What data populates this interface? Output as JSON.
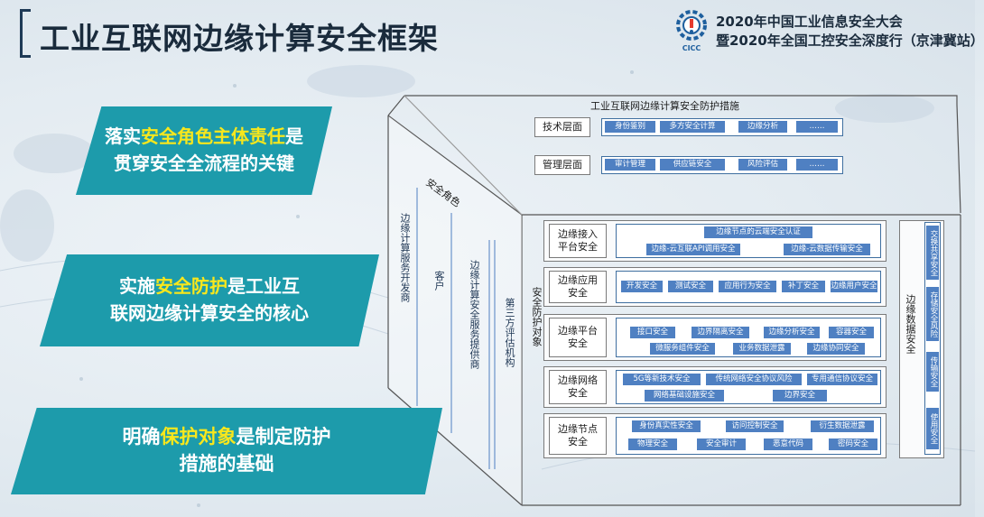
{
  "header": {
    "title": "工业互联网边缘计算安全框架",
    "logo_text": "CICC",
    "conference_line1": "2020年中国工业信息安全大会",
    "conference_line2": "暨2020年全国工控安全深度行（京津冀站）"
  },
  "statements": [
    {
      "line1_pre": "落实",
      "line1_hl": "安全角色主体责任",
      "line1_post": "是",
      "line2": "贯穿安全全流程的关键"
    },
    {
      "line1_pre": "实施",
      "line1_hl": "安全防护",
      "line1_post": "是工业互",
      "line2": "联网边缘计算安全的核心"
    },
    {
      "line1_pre": "明确",
      "line1_hl": "保护对象",
      "line1_post": "是制定防护",
      "line2": "措施的基础"
    }
  ],
  "diagram": {
    "top_title": "工业互联网边缘计算安全防护措施",
    "measures": [
      {
        "label": "技术层面",
        "chips": [
          "身份鉴别",
          "多方安全计算",
          "边缘分析",
          "……"
        ]
      },
      {
        "label": "管理层面",
        "chips": [
          "审计管理",
          "供应链安全",
          "风险评估",
          "……"
        ]
      }
    ],
    "roles_title": "安全角色",
    "roles": [
      "边缘计算服务开发商",
      "客户",
      "边缘计算安全服务提供商",
      "第三方评估机构"
    ],
    "objects_title": "安全防护对象",
    "objects": [
      {
        "label_l1": "边缘接入",
        "label_l2": "平台安全",
        "chip_rows": [
          [
            "边缘节点的云端安全认证"
          ],
          [
            "边缘-云互联API调用安全",
            "边缘-云数据传输安全"
          ]
        ]
      },
      {
        "label_l1": "边缘应用",
        "label_l2": "安全",
        "chip_rows": [
          [
            "开发安全",
            "测试安全",
            "应用行为安全",
            "补丁安全",
            "边缘用户安全"
          ]
        ]
      },
      {
        "label_l1": "边缘平台",
        "label_l2": "安全",
        "chip_rows": [
          [
            "接口安全",
            "边界隔离安全",
            "边缘分析安全",
            "容器安全"
          ],
          [
            "微服务组件安全",
            "业务数据泄露",
            "边缘协同安全"
          ]
        ]
      },
      {
        "label_l1": "边缘网络",
        "label_l2": "安全",
        "chip_rows": [
          [
            "5G等新技术安全",
            "传统网络安全协议风险",
            "专用通信协议安全"
          ],
          [
            "网络基础设施安全",
            "边界安全"
          ]
        ]
      },
      {
        "label_l1": "边缘节点",
        "label_l2": "安全",
        "chip_rows": [
          [
            "身份真实性安全",
            "访问控制安全",
            "衍生数据泄露"
          ],
          [
            "物理安全",
            "安全审计",
            "恶意代码",
            "密码安全"
          ]
        ]
      }
    ],
    "data_security": {
      "title": "边缘数据安全",
      "items": [
        "交换共享安全",
        "存储安全风险",
        "传输安全",
        "使用安全"
      ]
    }
  },
  "colors": {
    "panel": "#1d9bab",
    "highlight": "#f8e71c",
    "chip": "#4f80c2",
    "title": "#1a2b3c"
  }
}
